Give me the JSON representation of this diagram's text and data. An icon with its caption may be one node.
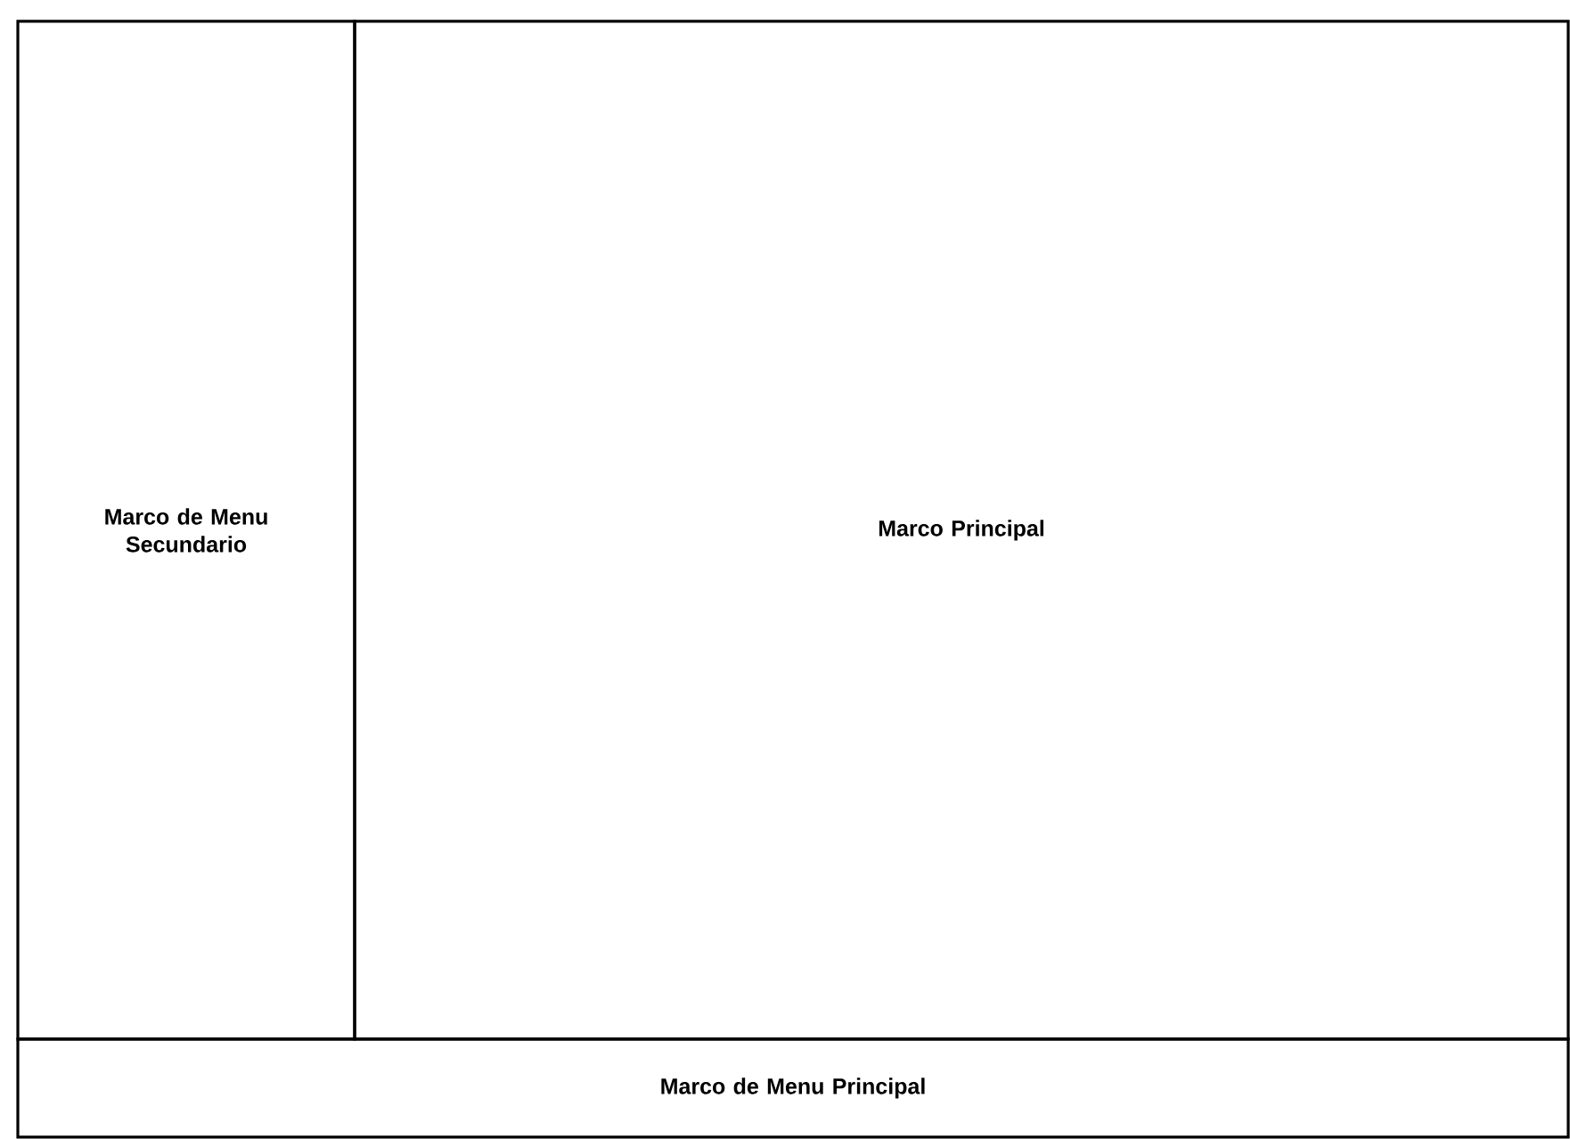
{
  "diagram": {
    "nodes": [
      {
        "text": [
          "Marco de Menu Secundario"
        ]
      },
      {
        "text": [
          "Marco Principal"
        ]
      },
      {
        "text": [
          "Marco de Menu Principal"
        ]
      }
    ]
  }
}
